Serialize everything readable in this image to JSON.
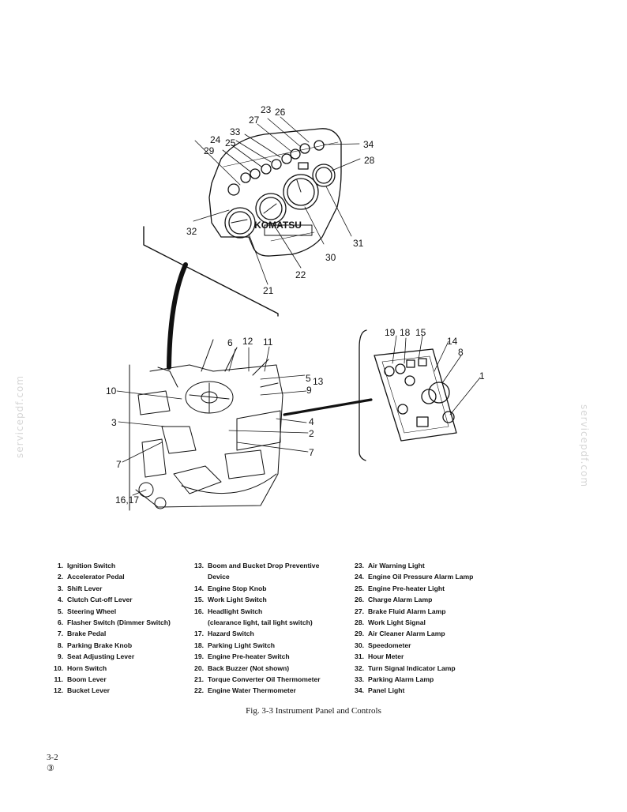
{
  "watermark": "servicepdf.com",
  "callouts": {
    "c1": "1",
    "c2": "2",
    "c3": "3",
    "c4": "4",
    "c5": "5",
    "c6": "6",
    "c7a": "7",
    "c7b": "7",
    "c8": "8",
    "c9": "9",
    "c10": "10",
    "c11": "11",
    "c12": "12",
    "c13": "13",
    "c14": "14",
    "c15": "15",
    "c1617": "16,17",
    "c18": "18",
    "c19": "19",
    "c21": "21",
    "c22": "22",
    "c23": "23",
    "c24": "24",
    "c25": "25",
    "c26": "26",
    "c27": "27",
    "c28": "28",
    "c29": "29",
    "c30": "30",
    "c31": "31",
    "c32": "32",
    "c33": "33",
    "c34": "34"
  },
  "panel_nameplate": "KOMATSU",
  "legend": {
    "col1": [
      {
        "num": "1.",
        "text": "Ignition Switch"
      },
      {
        "num": "2.",
        "text": "Accelerator Pedal"
      },
      {
        "num": "3.",
        "text": "Shift Lever"
      },
      {
        "num": "4.",
        "text": "Clutch Cut-off Lever"
      },
      {
        "num": "5.",
        "text": "Steering Wheel"
      },
      {
        "num": "6.",
        "text": "Flasher Switch (Dimmer Switch)"
      },
      {
        "num": "7.",
        "text": "Brake Pedal"
      },
      {
        "num": "8.",
        "text": "Parking Brake Knob"
      },
      {
        "num": "9.",
        "text": "Seat Adjusting Lever"
      },
      {
        "num": "10.",
        "text": "Horn Switch"
      },
      {
        "num": "11.",
        "text": "Boom Lever"
      },
      {
        "num": "12.",
        "text": "Bucket Lever"
      }
    ],
    "col2": [
      {
        "num": "13.",
        "text": "Boom and Bucket Drop Preventive",
        "cont": "Device"
      },
      {
        "num": "14.",
        "text": "Engine Stop Knob"
      },
      {
        "num": "15.",
        "text": "Work Light Switch"
      },
      {
        "num": "16.",
        "text": "Headlight Switch",
        "cont": "(clearance light, tail light switch)"
      },
      {
        "num": "17.",
        "text": "Hazard Switch"
      },
      {
        "num": "18.",
        "text": "Parking Light Switch"
      },
      {
        "num": "19.",
        "text": "Engine Pre-heater Switch"
      },
      {
        "num": "20.",
        "text": "Back Buzzer (Not shown)"
      },
      {
        "num": "21.",
        "text": "Torque Converter Oil Thermometer"
      },
      {
        "num": "22.",
        "text": "Engine Water Thermometer"
      }
    ],
    "col3": [
      {
        "num": "23.",
        "text": "Air Warning Light"
      },
      {
        "num": "24.",
        "text": "Engine Oil Pressure Alarm Lamp"
      },
      {
        "num": "25.",
        "text": "Engine Pre-heater Light"
      },
      {
        "num": "26.",
        "text": "Charge Alarm Lamp"
      },
      {
        "num": "27.",
        "text": "Brake Fluid Alarm Lamp"
      },
      {
        "num": "28.",
        "text": "Work Light Signal"
      },
      {
        "num": "29.",
        "text": "Air Cleaner Alarm Lamp"
      },
      {
        "num": "30.",
        "text": "Speedometer"
      },
      {
        "num": "31.",
        "text": "Hour Meter"
      },
      {
        "num": "32.",
        "text": "Turn Signal Indicator Lamp"
      },
      {
        "num": "33.",
        "text": "Parking Alarm Lamp"
      },
      {
        "num": "34.",
        "text": "Panel Light"
      }
    ]
  },
  "caption": "Fig. 3-3   Instrument Panel and Controls",
  "page_number": "3-2",
  "revision_mark": "③"
}
